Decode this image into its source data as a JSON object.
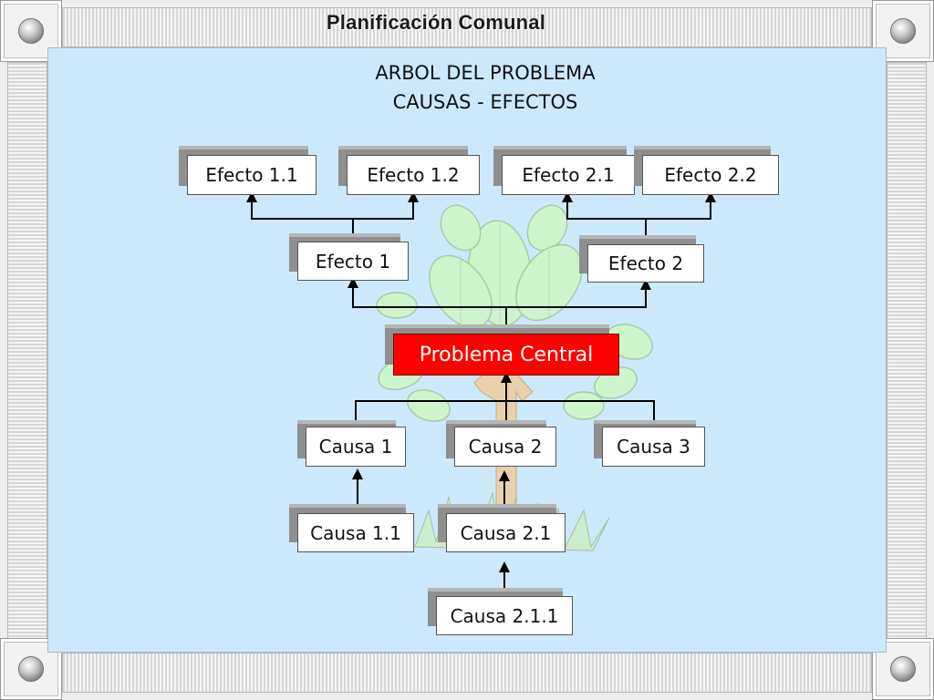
{
  "header": {
    "title": "Planificación Comunal"
  },
  "diagram": {
    "title_line1": "ARBOL DEL PROBLEMA",
    "title_line2": "CAUSAS - EFECTOS",
    "efecto_1_1": "Efecto 1.1",
    "efecto_1_2": "Efecto 1.2",
    "efecto_2_1": "Efecto 2.1",
    "efecto_2_2": "Efecto 2.2",
    "efecto_1": "Efecto 1",
    "efecto_2": "Efecto 2",
    "problema_central": "Problema Central",
    "causa_1": "Causa 1",
    "causa_2": "Causa 2",
    "causa_3": "Causa 3",
    "causa_1_1": "Causa 1.1",
    "causa_2_1": "Causa 2.1",
    "causa_2_1_1": "Causa 2.1.1"
  },
  "colors": {
    "panel": "#cce9fb",
    "central_fill": "#ff0000",
    "leaf_fill": "#ccf5cc",
    "trunk": "#e8c9a0"
  }
}
